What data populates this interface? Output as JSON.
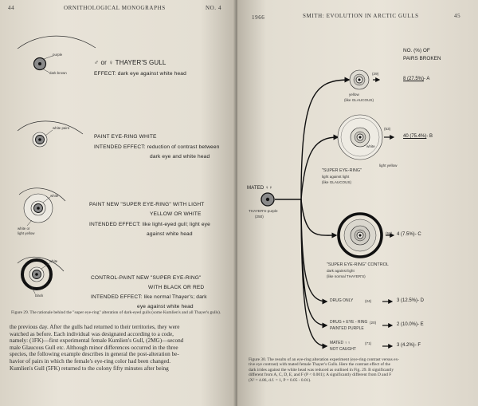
{
  "left_page": {
    "page_number": "44",
    "running_head": "ORNITHOLOGICAL MONOGRAPHS",
    "issue": "NO. 4",
    "panels": [
      {
        "title": "♂ or ♀ THAYER'S GULL",
        "effect": "EFFECT: dark eye against white head",
        "callouts": [
          "purple",
          "dark brown"
        ]
      },
      {
        "title": "PAINT EYE-RING WHITE",
        "effect_line1": "INTENDED EFFECT: reduction of contrast between",
        "effect_line2": "dark eye and white head",
        "callouts": [
          "white paint"
        ]
      },
      {
        "title_line1": "PAINT NEW \"SUPER EYE-RING\" WITH LIGHT",
        "title_line2": "YELLOW OR WHITE",
        "effect_line1": "INTENDED EFFECT: like light-eyed gull; light eye",
        "effect_line2": "against white head",
        "callouts": [
          "white",
          "white or",
          "light yellow"
        ]
      },
      {
        "title_line1": "CONTROL-PAINT NEW \"SUPER EYE-RING\"",
        "title_line2": "WITH BLACK OR RED",
        "effect_line1": "INTENDED EFFECT: like normal Thayer's; dark",
        "effect_line2": "eye against white head",
        "callouts": [
          "white",
          "black"
        ]
      }
    ],
    "caption": "Figure 29. The rationale behind the \"super eye-ring\" alteration of dark-eyed gulls (some Kumlien's and all Thayer's gulls).",
    "body_lines": [
      "the previous day. After the gulls had returned to their territories, they were",
      "watched as before. Each individual was designated according to a code,",
      "namely: (1FK)—first experimental female Kumlien's Gull, (2MG)—second",
      "male Glaucous Gull etc. Although minor differences occurred in the three",
      "species, the following example describes in general the post-alteration be-",
      "havior of pairs in which the female's eye-ring color had been changed.",
      "Kumlien's Gull (5FK) returned to the colony fifty minutes after being"
    ]
  },
  "right_page": {
    "year": "1966",
    "running_head": "SMITH: EVOLUTION IN ARCTIC GULLS",
    "page_number": "45",
    "col_header_line1": "NO. (%) OF",
    "col_header_line2": "PAIRS BROKEN",
    "mated_label": "MATED ♀♀",
    "source_line1": "THAYER'S-purple",
    "source_line2": "(250)",
    "branches": [
      {
        "n": "(29)",
        "desc_line1": "yellow",
        "desc_line2": "(like GLAUCOUS)",
        "result": "8 (27.5%)",
        "letter": "- A"
      },
      {
        "n": "(53)",
        "eye_label": "white",
        "ring_label": "light yellow",
        "desc_line1": "\"SUPER EYE-RING\"",
        "desc_line2": "light against light",
        "desc_line3": "(like GLAUCOUS)",
        "result": "40 (75.4%)",
        "letter": "- B"
      },
      {
        "n": "(53)",
        "desc_line1": "\"SUPER EYE-RING\" CONTROL",
        "desc_line2": "dark against light",
        "desc_line3": "(like normal THAYER'S)",
        "result": "4 (7.5%)",
        "letter": "- C"
      },
      {
        "label": "DRUG ONLY",
        "n": "(24)",
        "result": "3 (12.5%)",
        "letter": "- D"
      },
      {
        "label_line1": "DRUG + EYE - RING",
        "label_line2": "PAINTED PURPLE",
        "n": "(20)",
        "result": "2 (10.0%)",
        "letter": "- E"
      },
      {
        "label_line1": "MATED ♀♀",
        "label_line2": "NOT CAUGHT",
        "n": "(71)",
        "result": "3 (4.2%)",
        "letter": "- F"
      }
    ],
    "caption": [
      "Figure 30. The results of an eye-ring alteration experiment (eye-ring contrast versus ex-",
      "tive eye contrast) with mated female Thayer's Gulls. Here the contrast effect of the",
      "dark irides against the white head was reduced as outlined in Fig. 29. B significantly",
      "different from A, C, D, E, and F (P < 0.001); A significantly different from D and F",
      "(X² = 4.86, d.f. = 1, P = 0.05 - 0.01)."
    ]
  },
  "colors": {
    "paper": "#e6e1d6",
    "ink": "#222222",
    "purple_iris": "#7a7a7a"
  }
}
